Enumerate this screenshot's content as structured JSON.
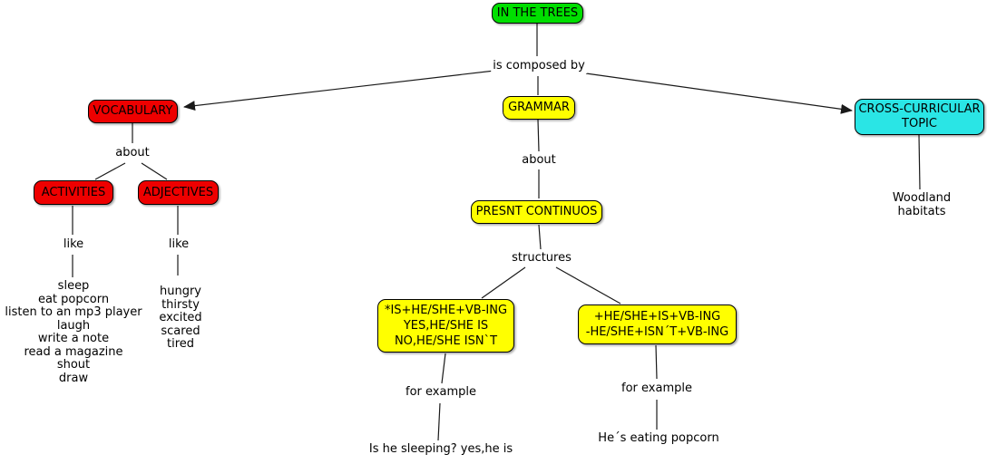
{
  "map_title": "IN THE TREES concept map",
  "colors": {
    "root_green": "#00DF00",
    "vocab_red": "#EE0000",
    "grammar_yellow": "#FFFF00",
    "cross_cyan": "#2AE5E5",
    "line_black": "#1a1a1a"
  },
  "nodes": {
    "root": "IN THE TREES",
    "vocabulary": "VOCABULARY",
    "grammar": "GRAMMAR",
    "cross_curricular": "CROSS-CURRICULAR\nTOPIC",
    "activities": "ACTIVITIES",
    "adjectives": "ADJECTIVES",
    "present_continuous": "PRESNT CONTINUOS",
    "structure_question": "*IS+HE/SHE+VB-ING\nYES,HE/SHE IS\nNO,HE/SHE ISN`T",
    "structure_affirm_negative": "+HE/SHE+IS+VB-ING\n-HE/SHE+ISN´T+VB-ING"
  },
  "links": {
    "is_composed_by": "is composed by",
    "about_vocabulary": "about",
    "about_grammar": "about",
    "like_activities": "like",
    "like_adjectives": "like",
    "structures": "structures",
    "for_example_question": "for example",
    "for_example_statement": "for example"
  },
  "leaves": {
    "activities_list": "sleep\neat popcorn\nlisten to an mp3 player\nlaugh\nwrite a note\nread a magazine\nshout\ndraw",
    "adjectives_list": "hungry\nthirsty\nexcited\nscared\ntired",
    "example_question": "Is he sleeping? yes,he is",
    "example_statement": "He´s eating popcorn",
    "woodland_habitats": "Woodland habitats"
  }
}
